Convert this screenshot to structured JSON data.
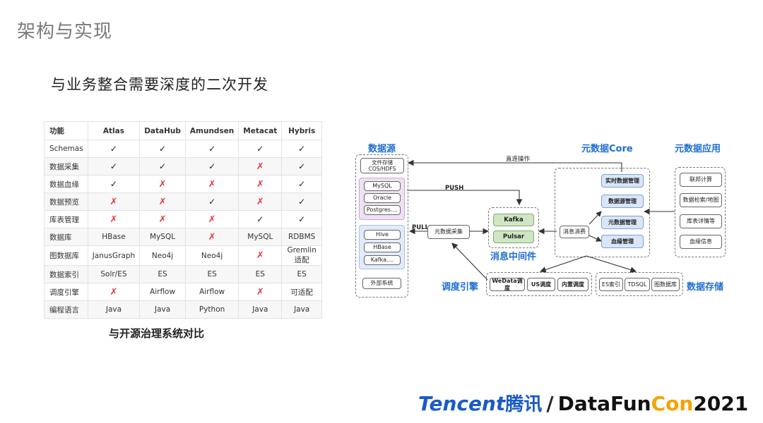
{
  "title": "架构与实现",
  "subtitle": "与业务整合需要深度的二次开发",
  "table": {
    "headers": [
      "功能",
      "Atlas",
      "DataHub",
      "Amundsen",
      "Metacat",
      "Hybris"
    ],
    "rows": [
      [
        "Schemas",
        "✓",
        "✓",
        "✓",
        "✓",
        "✓"
      ],
      [
        "数据采集",
        "✓",
        "✓",
        "✓",
        "✗",
        "✓"
      ],
      [
        "数据血缘",
        "✓",
        "✗",
        "✗",
        "✗",
        "✓"
      ],
      [
        "数据预览",
        "✗",
        "✗",
        "✓",
        "✗",
        "✓"
      ],
      [
        "库表管理",
        "✗",
        "✗",
        "✗",
        "✓",
        "✓"
      ],
      [
        "数据库",
        "HBase",
        "MySQL",
        "✗",
        "MySQL",
        "RDBMS"
      ],
      [
        "图数据库",
        "JanusGraph",
        "Neo4j",
        "Neo4j",
        "✗",
        "Gremlin适配"
      ],
      [
        "数据索引",
        "Solr/ES",
        "ES",
        "ES",
        "ES",
        "ES"
      ],
      [
        "调度引擎",
        "✗",
        "Airflow",
        "Airflow",
        "✗",
        "可适配"
      ],
      [
        "编程语言",
        "Java",
        "Java",
        "Python",
        "Java",
        "Java"
      ]
    ]
  },
  "caption": "与开源治理系统对比",
  "diagram": {
    "labels": {
      "source": "数据源",
      "core": "元数据Core",
      "app": "元数据应用",
      "mq": "消息中间件",
      "scheduler": "调度引擎",
      "storage": "数据存储"
    },
    "source": {
      "file": "文件存储\nCOS/HDFS",
      "db": [
        "MySQL",
        "Oracle",
        "Postgres...."
      ],
      "bigdata": [
        "Hive",
        "HBase",
        "Kafka...."
      ],
      "external": "外部系统"
    },
    "collector": "元数据采集",
    "mq": [
      "Kafka",
      "Pulsar"
    ],
    "core": {
      "consumer": "消息消费",
      "modules": [
        "实时数据管理",
        "数据源管理",
        "元数据管理",
        "血缘管理"
      ]
    },
    "app": [
      "联邦计算",
      "数据检索/地图",
      "库表详情等",
      "血缘信息"
    ],
    "scheduler": [
      "WeData调度",
      "US调度",
      "内置调度"
    ],
    "storage": [
      "ES索引",
      "TDSQL",
      "图数据库"
    ],
    "arrows": {
      "direct": "直连操作",
      "push": "PUSH",
      "pull": "PULL"
    }
  },
  "logo": {
    "tencent": "Tencent",
    "tencent_cn": "腾讯",
    "slash": "/",
    "datafun": "DataFun",
    "con": "Con",
    "year": "2021"
  }
}
